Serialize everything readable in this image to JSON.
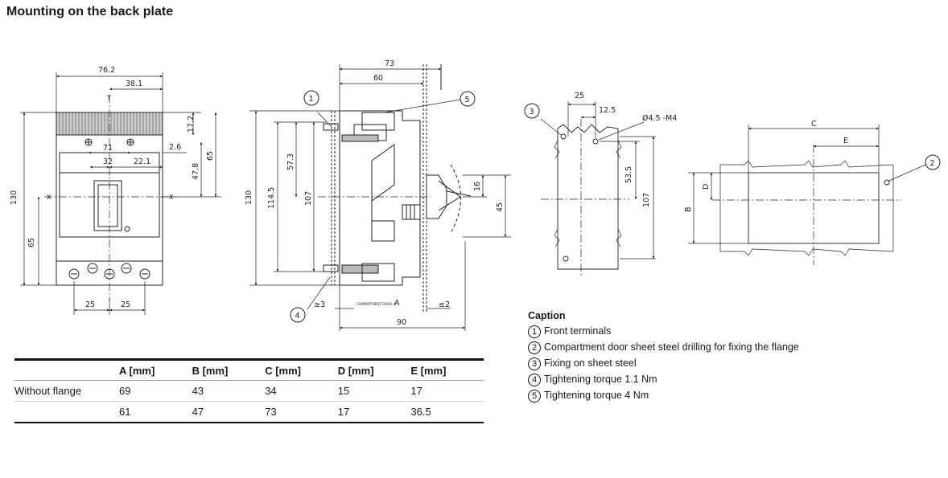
{
  "title": "Mounting on the back plate",
  "front_view": {
    "dims": [
      "76.2",
      "38.1",
      "17.2",
      "2.6",
      "71",
      "32",
      "22.1",
      "47.8",
      "65",
      "130",
      "65",
      "25",
      "25"
    ],
    "axis_x": "X",
    "axis_y": "Y"
  },
  "side_view": {
    "dims": [
      "73",
      "60",
      "57.3",
      "114.5",
      "130",
      "107",
      "16",
      "45",
      "≥3",
      "≤2",
      "90"
    ],
    "small_label": "COMPARTMENT DOOR A",
    "label_a": "A",
    "callouts": [
      "1",
      "5",
      "4"
    ]
  },
  "drill_view": {
    "dims": [
      "25",
      "12.5",
      "Ø4.5 -M4",
      "53.5",
      "107"
    ],
    "callout": "3"
  },
  "cutout_view": {
    "labels": [
      "C",
      "E",
      "D",
      "B"
    ],
    "callout": "2"
  },
  "table": {
    "headers": [
      "",
      "A [mm]",
      "B [mm]",
      "C [mm]",
      "D [mm]",
      "E [mm]"
    ],
    "rows": [
      [
        "Without flange",
        "69",
        "43",
        "34",
        "15",
        "17"
      ],
      [
        "",
        "61",
        "47",
        "73",
        "17",
        "36.5"
      ]
    ]
  },
  "caption": {
    "title": "Caption",
    "items": [
      {
        "num": "1",
        "text": "Front terminals"
      },
      {
        "num": "2",
        "text": "Compartment door sheet steel drilling for fixing the flange"
      },
      {
        "num": "3",
        "text": "Fixing on sheet steel"
      },
      {
        "num": "4",
        "text": "Tightening torque 1.1 Nm"
      },
      {
        "num": "5",
        "text": "Tightening torque 4 Nm"
      }
    ]
  }
}
